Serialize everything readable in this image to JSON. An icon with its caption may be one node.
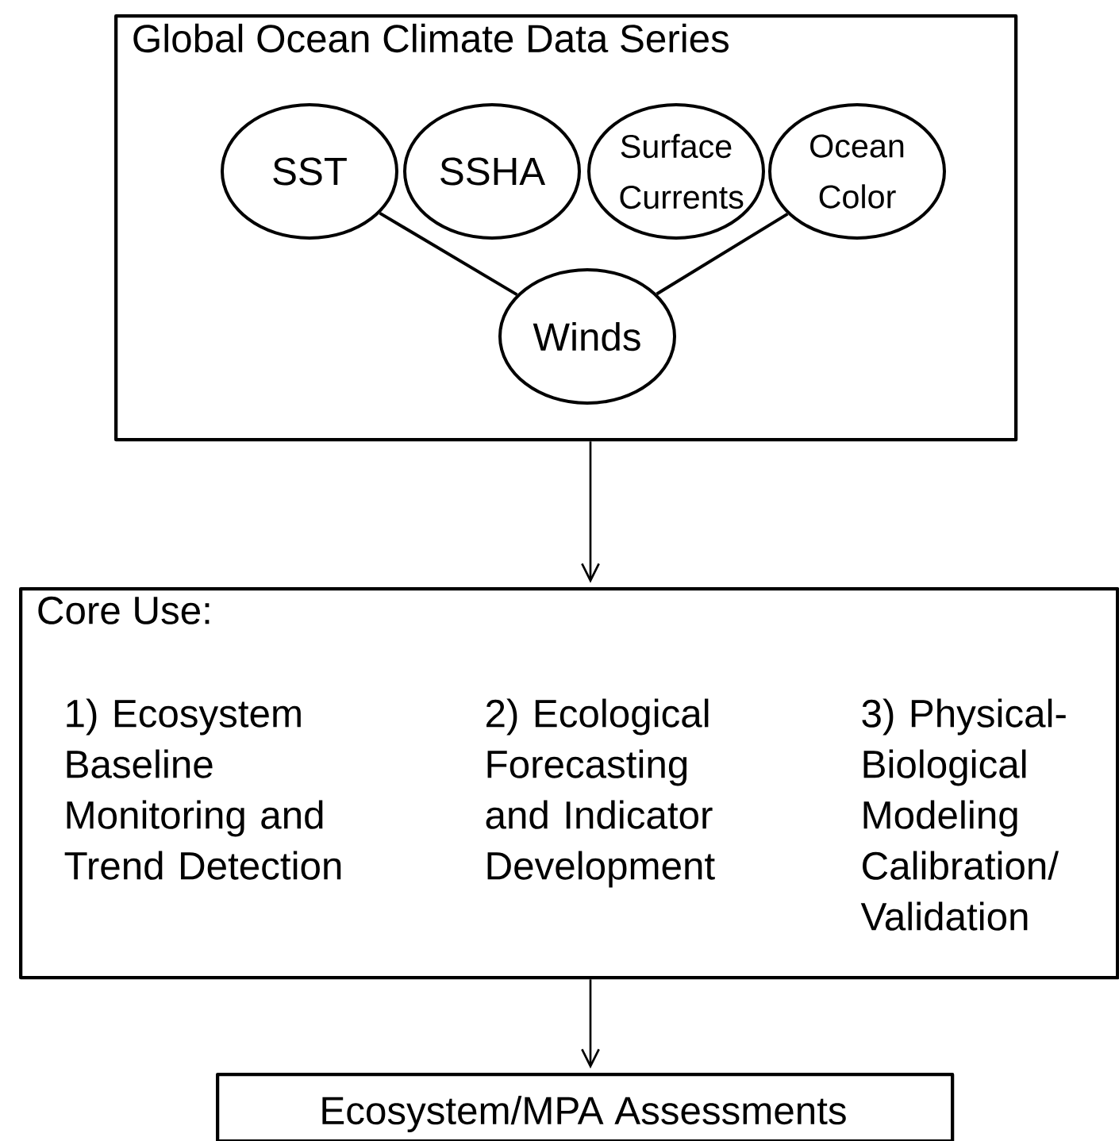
{
  "diagram": {
    "nodes": [
      {
        "text": [
          "Global Ocean Climate Data Series"
        ]
      },
      {
        "text": [
          "SST"
        ],
        "in": 0
      },
      {
        "text": [
          "SSHA"
        ],
        "in": 0
      },
      {
        "text": [
          "Surface Currents"
        ],
        "in": 0
      },
      {
        "text": [
          "Ocean Color"
        ],
        "in": 0
      },
      {
        "text": [
          "Winds"
        ],
        "in": 0
      },
      {
        "text": [
          "Core Use:",
          "1) Ecosystem Baseline Monitoring and Trend Detection",
          "2) Ecological Forecasting and Indicator Development",
          "3) Physical-Biological Modeling Calibration/ Validation"
        ]
      },
      {
        "text": [
          "Ecosystem/MPA Assessments"
        ]
      }
    ],
    "edges": [
      {
        "from": 1,
        "to": 5,
        "arrow": "none"
      },
      {
        "from": 4,
        "to": 5,
        "arrow": "none"
      },
      {
        "from": 0,
        "to": 6,
        "arrow": "to"
      },
      {
        "from": 6,
        "to": 7,
        "arrow": "to"
      }
    ]
  }
}
